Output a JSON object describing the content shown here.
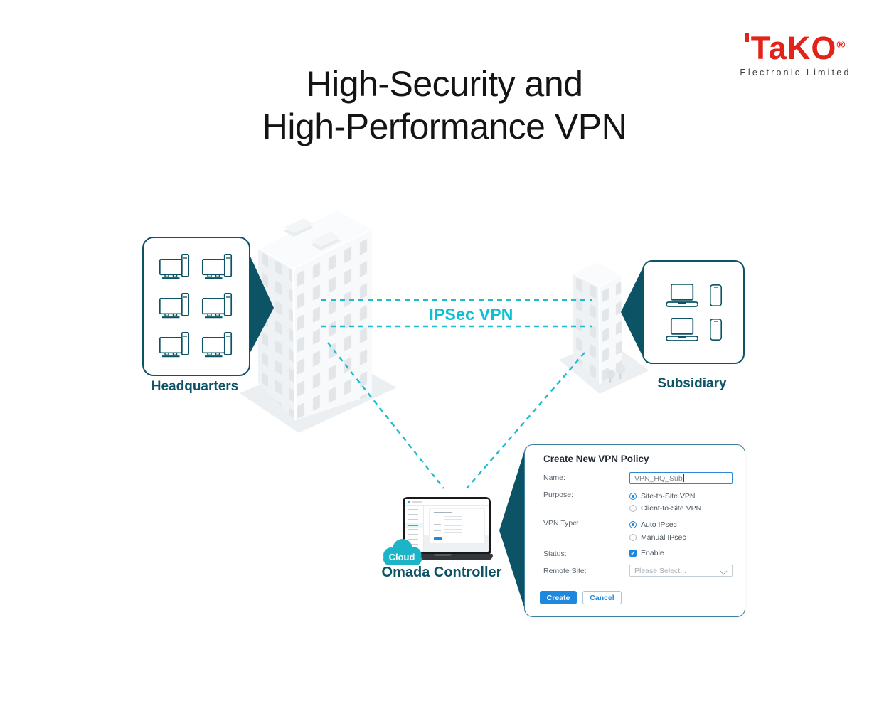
{
  "brand": {
    "wordmark": "TaKO",
    "registered": "®",
    "subtitle": "Electronic Limited"
  },
  "title": {
    "line1": "High-Security and",
    "line2": "High-Performance VPN"
  },
  "diagram": {
    "headquarters_label": "Headquarters",
    "subsidiary_label": "Subsidiary",
    "vpn_link_label": "IPSec VPN",
    "controller_label": "Omada Controller",
    "cloud_badge": "Cloud"
  },
  "vpn_dialog": {
    "title": "Create New VPN Policy",
    "name": {
      "label": "Name:",
      "value": "VPN_HQ_Sub"
    },
    "purpose": {
      "label": "Purpose:",
      "options": [
        {
          "label": "Site-to-Site VPN",
          "selected": true
        },
        {
          "label": "Client-to-Site VPN",
          "selected": false
        }
      ]
    },
    "vpn_type": {
      "label": "VPN Type:",
      "options": [
        {
          "label": "Auto IPsec",
          "selected": true
        },
        {
          "label": "Manual IPsec",
          "selected": false
        }
      ]
    },
    "status": {
      "label": "Status:",
      "checkbox_label": "Enable",
      "checked": true
    },
    "remote_site": {
      "label": "Remote Site:",
      "value": "Please Select..."
    },
    "buttons": {
      "create": "Create",
      "cancel": "Cancel"
    }
  },
  "colors": {
    "teal_dark": "#0b5365",
    "cyan_line": "#1ebccf",
    "cyan_text": "#0ac0d2",
    "brand_red": "#e2231a",
    "form_blue": "#1e88df"
  }
}
